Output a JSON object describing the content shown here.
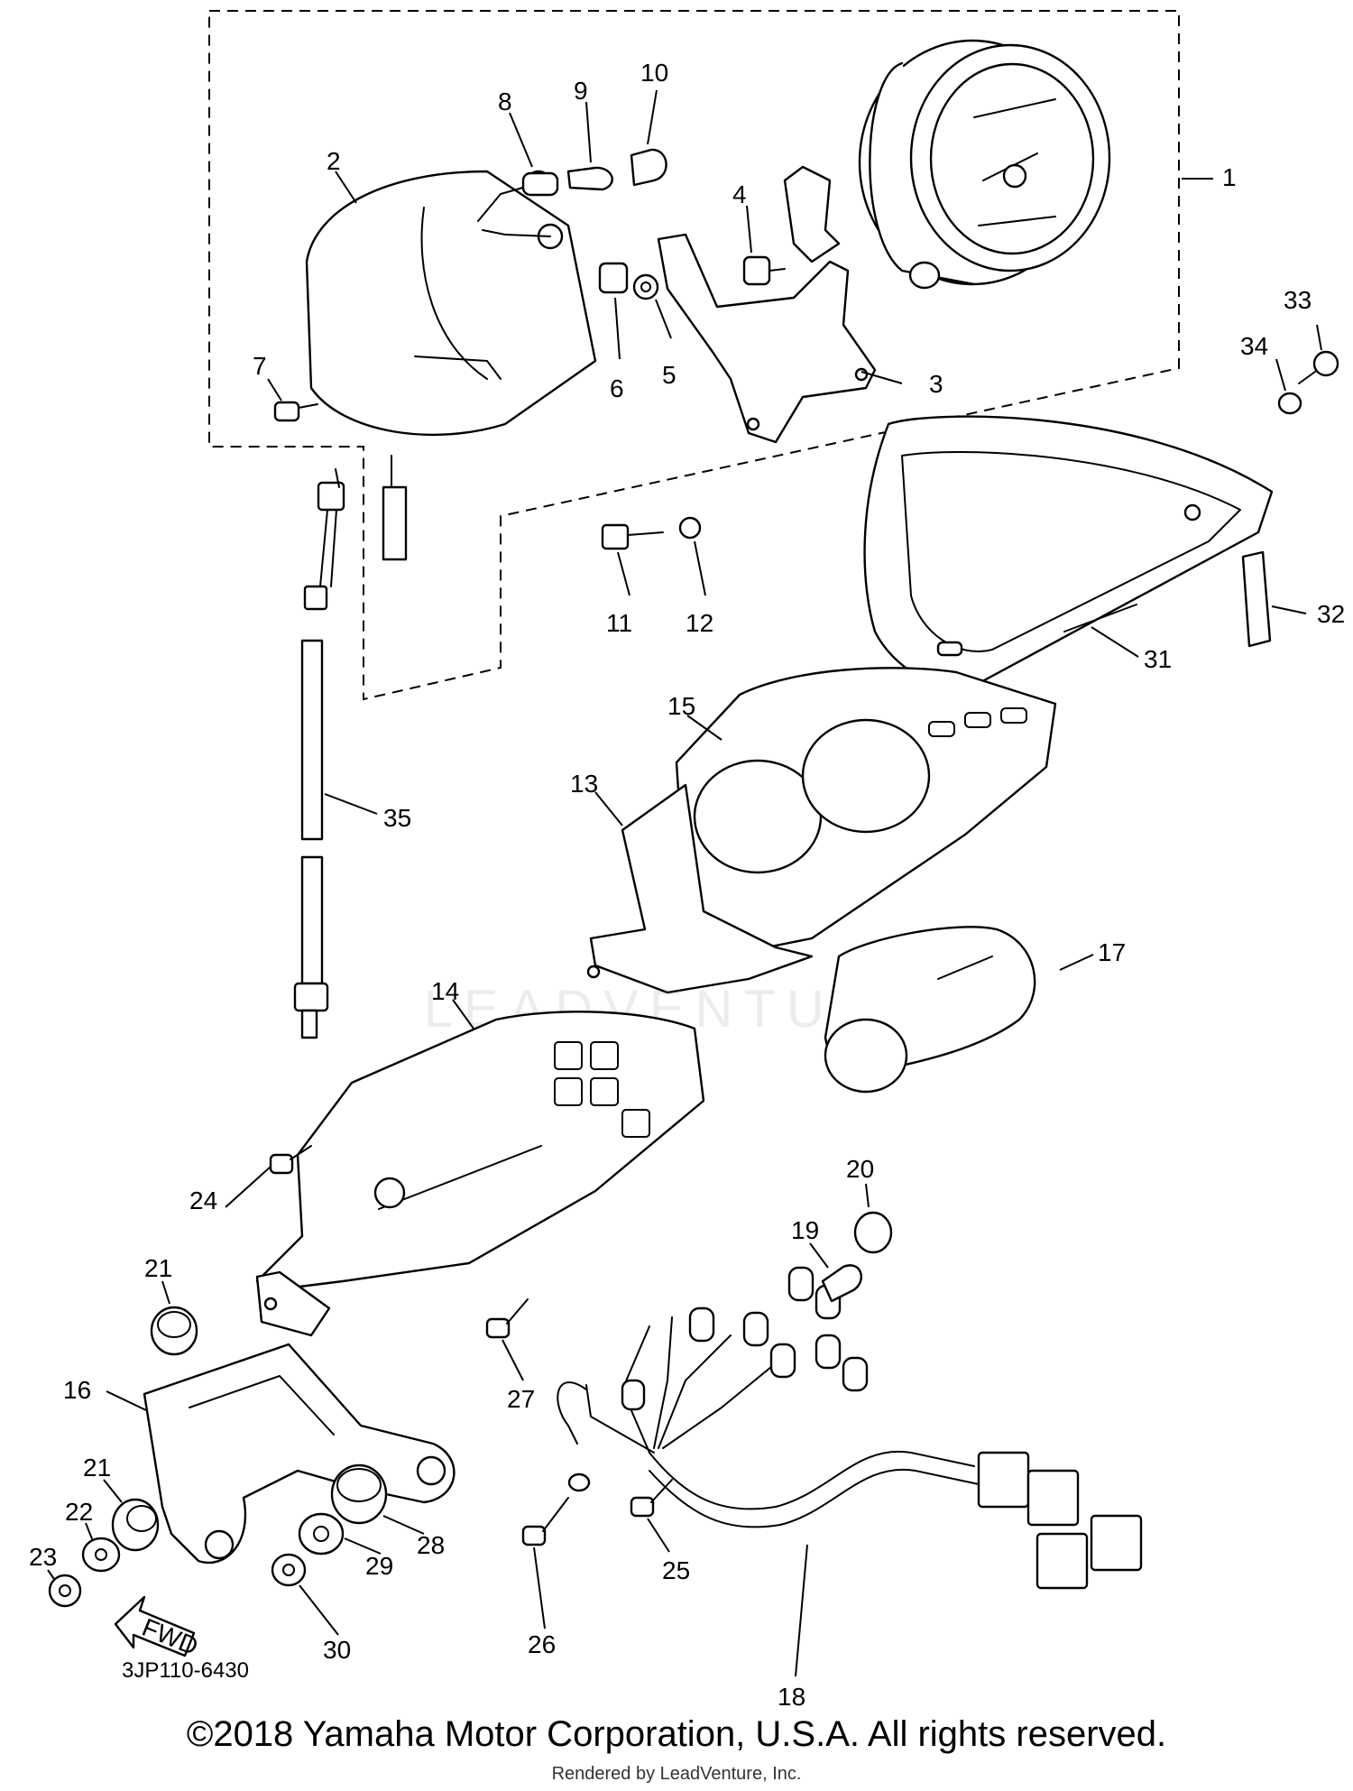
{
  "callouts": [
    "1",
    "2",
    "3",
    "4",
    "5",
    "6",
    "7",
    "8",
    "9",
    "10",
    "11",
    "12",
    "13",
    "14",
    "15",
    "16",
    "17",
    "18",
    "19",
    "20",
    "21",
    "22",
    "23",
    "24",
    "25",
    "26",
    "27",
    "28",
    "29",
    "30",
    "31",
    "32",
    "33",
    "34",
    "35"
  ],
  "callout_21_second": "21",
  "fwd_label": "FWD",
  "diagram_code": "3JP110-6430",
  "copyright": "©2018 Yamaha Motor Corporation, U.S.A. All rights reserved.",
  "rendered_by": "Rendered by LeadVenture, Inc.",
  "watermark": "LEADVENTURE"
}
